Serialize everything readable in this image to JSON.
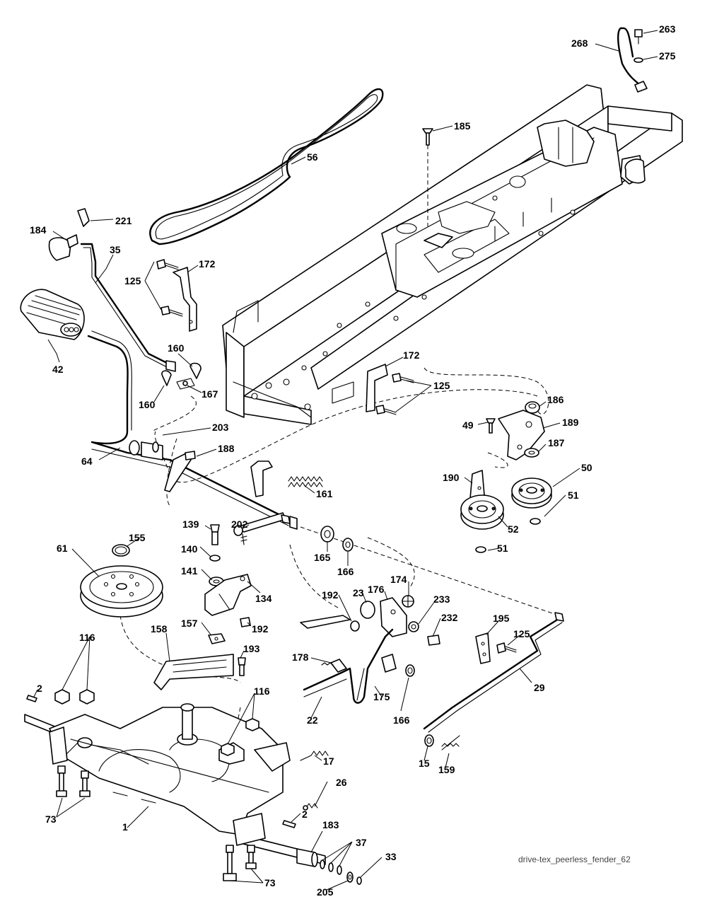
{
  "diagram": {
    "caption": "drive-tex_peerless_fender_62",
    "callouts": [
      {
        "id": "263",
        "text": "263"
      },
      {
        "id": "268",
        "text": "268"
      },
      {
        "id": "275",
        "text": "275"
      },
      {
        "id": "185",
        "text": "185"
      },
      {
        "id": "56",
        "text": "56"
      },
      {
        "id": "221",
        "text": "221"
      },
      {
        "id": "184",
        "text": "184"
      },
      {
        "id": "35",
        "text": "35"
      },
      {
        "id": "172a",
        "text": "172"
      },
      {
        "id": "125a",
        "text": "125"
      },
      {
        "id": "42",
        "text": "42"
      },
      {
        "id": "160a",
        "text": "160"
      },
      {
        "id": "167",
        "text": "167"
      },
      {
        "id": "160b",
        "text": "160"
      },
      {
        "id": "172b",
        "text": "172"
      },
      {
        "id": "125b",
        "text": "125"
      },
      {
        "id": "186",
        "text": "186"
      },
      {
        "id": "49",
        "text": "49"
      },
      {
        "id": "189",
        "text": "189"
      },
      {
        "id": "187",
        "text": "187"
      },
      {
        "id": "203",
        "text": "203"
      },
      {
        "id": "64",
        "text": "64"
      },
      {
        "id": "188",
        "text": "188"
      },
      {
        "id": "161",
        "text": "161"
      },
      {
        "id": "190",
        "text": "190"
      },
      {
        "id": "50",
        "text": "50"
      },
      {
        "id": "51a",
        "text": "51"
      },
      {
        "id": "52",
        "text": "52"
      },
      {
        "id": "51b",
        "text": "51"
      },
      {
        "id": "139",
        "text": "139"
      },
      {
        "id": "202",
        "text": "202"
      },
      {
        "id": "155",
        "text": "155"
      },
      {
        "id": "165",
        "text": "165"
      },
      {
        "id": "140",
        "text": "140"
      },
      {
        "id": "61",
        "text": "61"
      },
      {
        "id": "166a",
        "text": "166"
      },
      {
        "id": "141",
        "text": "141"
      },
      {
        "id": "134",
        "text": "134"
      },
      {
        "id": "174",
        "text": "174"
      },
      {
        "id": "192a",
        "text": "192"
      },
      {
        "id": "23",
        "text": "23"
      },
      {
        "id": "176",
        "text": "176"
      },
      {
        "id": "233",
        "text": "233"
      },
      {
        "id": "157",
        "text": "157"
      },
      {
        "id": "192b",
        "text": "192"
      },
      {
        "id": "232",
        "text": "232"
      },
      {
        "id": "158",
        "text": "158"
      },
      {
        "id": "116a",
        "text": "116"
      },
      {
        "id": "195",
        "text": "195"
      },
      {
        "id": "125c",
        "text": "125"
      },
      {
        "id": "193",
        "text": "193"
      },
      {
        "id": "178",
        "text": "178"
      },
      {
        "id": "29",
        "text": "29"
      },
      {
        "id": "2a",
        "text": "2"
      },
      {
        "id": "116b",
        "text": "116"
      },
      {
        "id": "175",
        "text": "175"
      },
      {
        "id": "22",
        "text": "22"
      },
      {
        "id": "166b",
        "text": "166"
      },
      {
        "id": "17",
        "text": "17"
      },
      {
        "id": "15",
        "text": "15"
      },
      {
        "id": "159",
        "text": "159"
      },
      {
        "id": "26",
        "text": "26"
      },
      {
        "id": "73a",
        "text": "73"
      },
      {
        "id": "1",
        "text": "1"
      },
      {
        "id": "2b",
        "text": "2"
      },
      {
        "id": "183",
        "text": "183"
      },
      {
        "id": "37",
        "text": "37"
      },
      {
        "id": "33",
        "text": "33"
      },
      {
        "id": "73b",
        "text": "73"
      },
      {
        "id": "205",
        "text": "205"
      }
    ]
  }
}
